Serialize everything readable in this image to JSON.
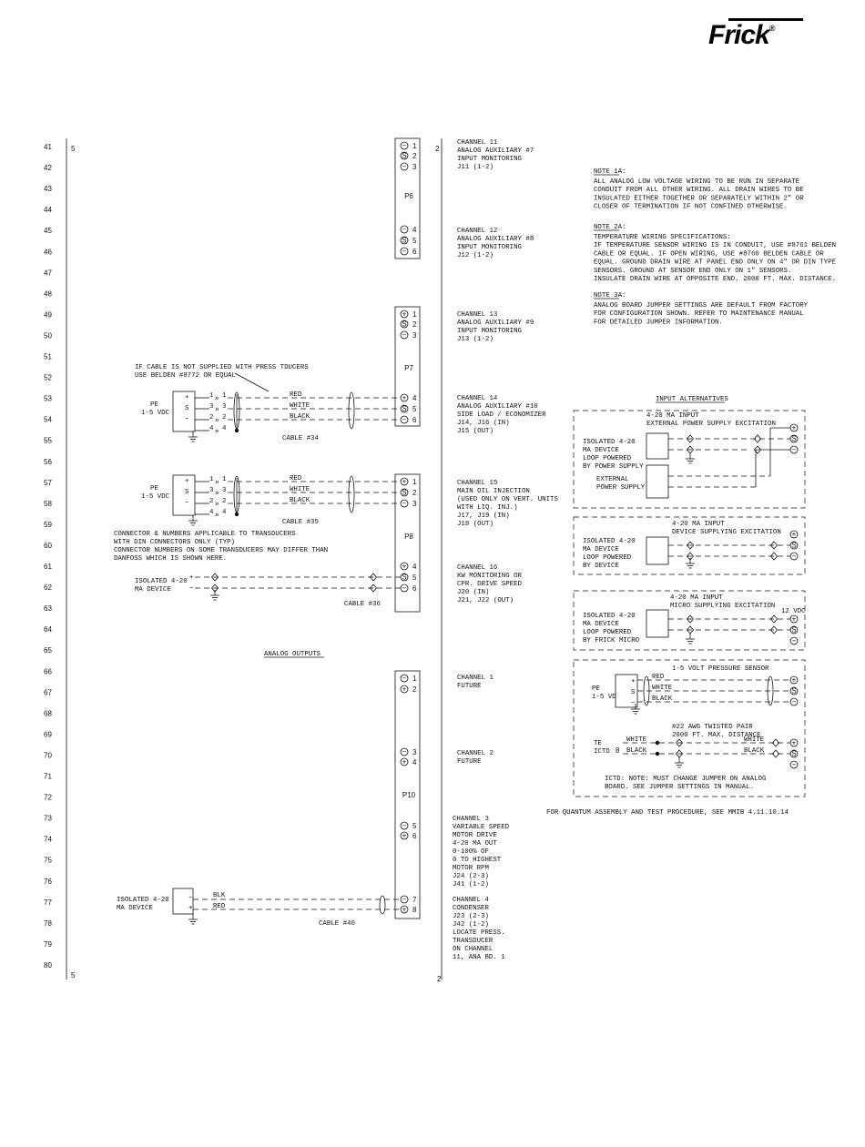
{
  "brand": "Frick",
  "line_numbers": [
    "41",
    "42",
    "43",
    "44",
    "45",
    "46",
    "47",
    "48",
    "49",
    "50",
    "51",
    "52",
    "53",
    "54",
    "55",
    "56",
    "57",
    "58",
    "59",
    "60",
    "61",
    "62",
    "63",
    "64",
    "65",
    "66",
    "67",
    "68",
    "69",
    "70",
    "71",
    "72",
    "73",
    "74",
    "75",
    "76",
    "77",
    "78",
    "79",
    "80"
  ],
  "sheet_marks": {
    "left_top": "5",
    "left_bottom": "5",
    "right_top": "2",
    "right_bottom": "2"
  },
  "terminal_symbols": {
    "minus": "−",
    "s": "S",
    "plus": "+"
  },
  "terminal_blocks": {
    "p6": "P6",
    "p7": "P7",
    "p8": "P8",
    "p10": "P10"
  },
  "channels": {
    "c11": [
      "CHANNEL 11",
      "ANALOG AUXILIARY #7",
      "INPUT MONITORING",
      "J11 (1-2)"
    ],
    "c12": [
      "CHANNEL 12",
      "ANALOG AUXILIARY #8",
      "INPUT MONITORING",
      "J12 (1-2)"
    ],
    "c13": [
      "CHANNEL 13",
      "ANALOG AUXILIARY #9",
      "INPUT MONITORING",
      "J13 (1-2)"
    ],
    "c14": [
      "CHANNEL 14",
      "ANALOG AUXILIARY #10",
      "SIDE LOAD / ECONOMIZER",
      "J14, J16 (IN)",
      "J15 (OUT)"
    ],
    "c15": [
      "CHANNEL 15",
      "MAIN OIL INJECTION",
      "(USED ONLY ON VERT. UNITS",
      "WITH LIQ. INJ.)",
      "J17, J19 (IN)",
      "J18 (OUT)"
    ],
    "c16": [
      "CHANNEL 16",
      "KW MONITORING OR",
      "CPR. DRIVE SPEED",
      "J20 (IN)",
      "J21, J22 (OUT)"
    ],
    "c1": [
      "CHANNEL 1",
      "FUTURE"
    ],
    "c2": [
      "CHANNEL 2",
      "FUTURE"
    ],
    "c3": [
      "CHANNEL 3",
      "VARIABLE SPEED",
      "MOTOR DRIVE",
      "4-20 MA OUT",
      "0-100% OF",
      "0 TO HIGHEST",
      "MOTOR RPM",
      "J24 (2-3)",
      "J41 (1-2)"
    ],
    "c4": [
      "CHANNEL 4",
      "CONDENSER",
      "J23 (2-3)",
      "J42 (1-2)",
      "LOCATE PRESS.",
      "TRANSDUCER",
      "ON CHANNEL",
      "11, ANA BD. 1"
    ]
  },
  "notes": {
    "n1_title": "NOTE 1A:",
    "n1": [
      "ALL ANALOG LOW VOLTAGE WIRING TO BE RUN IN SEPARATE",
      "CONDUIT FROM ALL OTHER WIRING. ALL DRAIN WIRES TO BE",
      "INSULATED EITHER TOGETHER OR SEPARATELY WITHIN 2\" OR",
      "CLOSER OF TERMINATION IF NOT CONFINED OTHERWISE."
    ],
    "n2_title": "NOTE 2A:",
    "n2": [
      "TEMPERATURE WIRING SPECIFICATIONS:",
      "IF TEMPERATURE SENSOR WIRING IS IN CONDUIT, USE #8761 BELDEN",
      "CABLE OR EQUAL. IF OPEN WIRING, USE #8760 BELDEN CABLE OR",
      "EQUAL. GROUND DRAIN WIRE AT PANEL END ONLY ON 4\" OR DIN TYPE",
      "SENSORS. GROUND AT SENSOR END ONLY ON 1\" SENSORS.",
      "INSULATE DRAIN WIRE AT OPPOSITE END.  2000 FT. MAX. DISTANCE."
    ],
    "n3_title": "NOTE 3A:",
    "n3": [
      "ANALOG BOARD JUMPER SETTINGS ARE DEFAULT FROM FACTORY",
      "FOR CONFIGURATION SHOWN. REFER TO MAINTENANCE MANUAL",
      "FOR DETAILED JUMPER INFORMATION."
    ]
  },
  "left": {
    "cable_note": [
      "IF CABLE IS NOT SUPPLIED WITH PRESS TDUCERS",
      "USE BELDEN #8772 OR EQUAL"
    ],
    "pe_label": [
      "PE",
      "1-5 VDC"
    ],
    "wires": {
      "red": "RED",
      "white": "WHITE",
      "black": "BLACK",
      "blk": "BLK"
    },
    "cable34": "CABLE #34",
    "cable35": "CABLE #35",
    "cable36": "CABLE #36",
    "cable40": "CABLE #40",
    "connector_note": [
      "CONNECTOR & NUMBERS APPLICABLE TO TRANSDUCERS",
      "WITH DIN CONNECTORS ONLY (TYP)",
      "CONNECTOR NUMBERS ON SOME TRANSDUCERS MAY DIFFER THAN",
      "DANFOSS WHICH IS SHOWN HERE."
    ],
    "isolated": [
      "ISOLATED 4-20",
      "MA DEVICE"
    ],
    "analog_outputs": "ANALOG OUTPUTS"
  },
  "alternatives": {
    "title": "INPUT ALTERNATIVES",
    "a1_title": [
      "4-20 MA INPUT",
      "EXTERNAL POWER SUPPLY EXCITATION"
    ],
    "a1_dev": [
      "ISOLATED 4-20",
      "MA DEVICE",
      "LOOP POWERED",
      "BY POWER SUPPLY"
    ],
    "a1_ps": [
      "EXTERNAL",
      "POWER SUPPLY"
    ],
    "a2_title": [
      "4-20 MA INPUT",
      "DEVICE SUPPLYING EXCITATION"
    ],
    "a2_dev": [
      "ISOLATED 4-20",
      "MA DEVICE",
      "LOOP POWERED",
      "BY DEVICE"
    ],
    "a3_title": [
      "4-20 MA INPUT",
      "MICRO SUPPLYING EXCITATION"
    ],
    "a3_vdc": "12 VDC",
    "a3_dev": [
      "ISOLATED 4-20",
      "MA DEVICE",
      "LOOP POWERED",
      "BY FRICK MICRO"
    ],
    "a4_title": "1-5 VOLT PRESSURE SENSOR",
    "a4_pe": [
      "PE",
      "1-5 VDC"
    ],
    "a5_title": [
      "#22 AWG TWISTED PAIR",
      "2000 FT. MAX. DISTANCE"
    ],
    "a5_te": [
      "TE",
      "ICTD"
    ],
    "a5_note": [
      "ICTD:  NOTE: MUST CHANGE JUMPER ON ANALOG",
      "BOARD.  SEE JUMPER SETTINGS IN MANUAL."
    ]
  },
  "footer_note": "FOR QUANTUM ASSEMBLY AND TEST PROCEDURE, SEE MMIB 4.11.10.14"
}
